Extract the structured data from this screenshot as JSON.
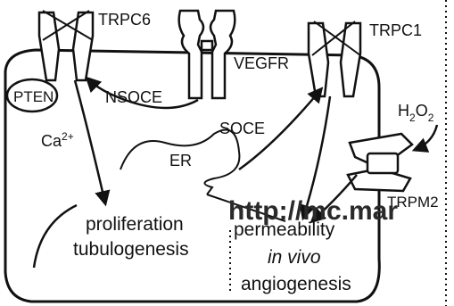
{
  "labels": {
    "trpc6": "TRPC6",
    "vegfr": "VEGFR",
    "trpc1": "TRPC1",
    "pten": "PTEN",
    "nsoce": "NSOCE",
    "soce": "SOCE",
    "ca": "Ca",
    "ca_sup": "2+",
    "h2o2_h": "H",
    "h2o2_sub1": "2",
    "h2o2_o": "O",
    "h2o2_sub2": "2",
    "er": "ER",
    "trpm2": "TRPM2",
    "proliferation": "proliferation",
    "tubulogenesis": "tubulogenesis",
    "permeability": "permeability",
    "in_vivo": "in vivo",
    "angiogenesis": "angiogenesis"
  },
  "watermark": "http://mc.mar"
}
